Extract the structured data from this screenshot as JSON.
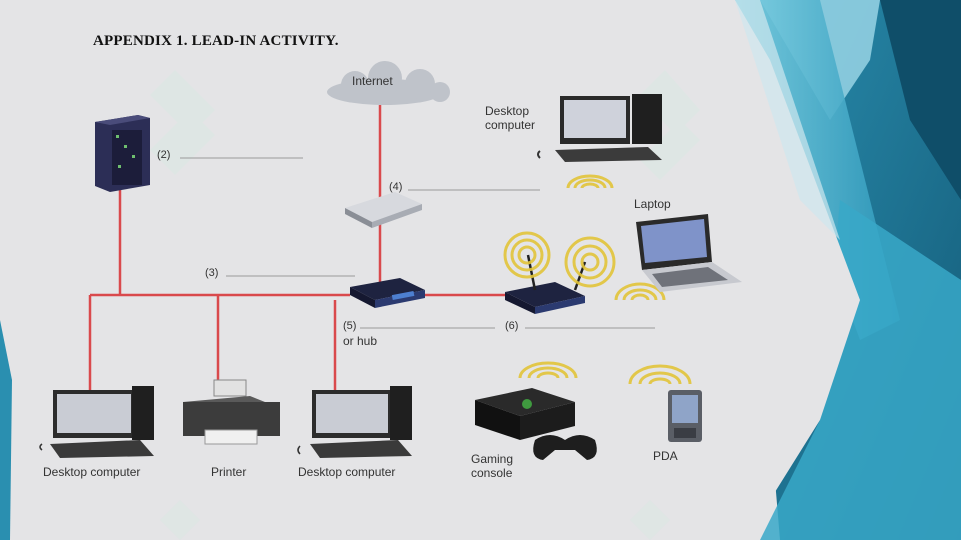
{
  "title": "APPENDIX 1. LEAD-IN ACTIVITY.",
  "labels": {
    "internet": "Internet",
    "desktop_top_line1": "Desktop",
    "desktop_top_line2": "computer",
    "laptop": "Laptop",
    "desktop_left": "Desktop computer",
    "printer": "Printer",
    "desktop_mid": "Desktop computer",
    "gaming_line1": "Gaming",
    "gaming_line2": "console",
    "pda": "PDA",
    "or_hub": "or hub"
  },
  "blanks": {
    "b2": "(2)",
    "b3": "(3)",
    "b4": "(4)",
    "b5": "(5)",
    "b6": "(6)"
  },
  "colors": {
    "cable": "#d9494c",
    "background": "#e4e4e6",
    "wifi": "#e8c83a",
    "teal_dark": "#1d6e8f",
    "teal_light": "#4ab6cf"
  }
}
